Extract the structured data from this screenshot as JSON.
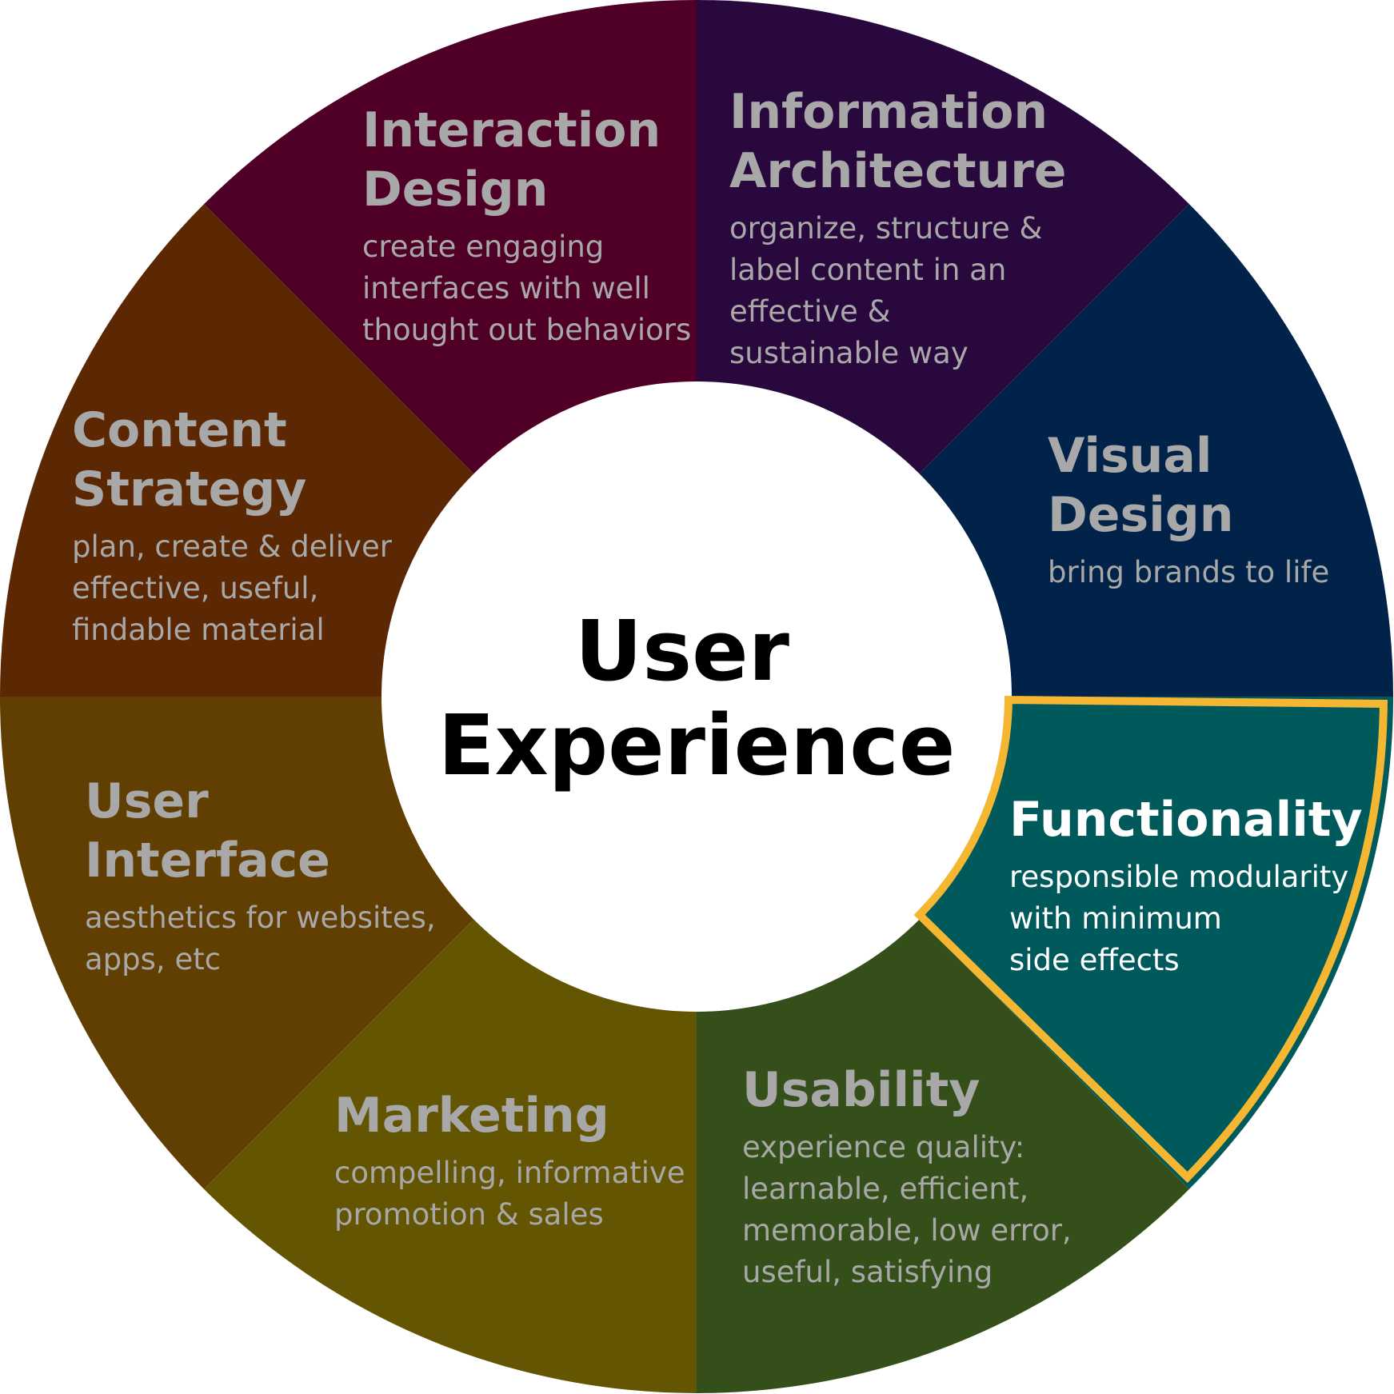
{
  "center": {
    "line1": "User",
    "line2": "Experience"
  },
  "highlight_color": "#f5b731",
  "segments": [
    {
      "title": [
        "Information",
        "Architecture"
      ],
      "desc": [
        "organize, structure &",
        "label content in an",
        "effective &",
        "sustainable way"
      ],
      "color": "#28083d",
      "icon": "none"
    },
    {
      "title": [
        "Visual",
        "Design"
      ],
      "desc": [
        "bring brands to life"
      ],
      "color": "#012249",
      "icon": "none"
    },
    {
      "title": [
        "Functionality"
      ],
      "desc": [
        "responsible modularity",
        "with minimum",
        "side effects"
      ],
      "color": "#005a5c",
      "highlighted": true
    },
    {
      "title": [
        "Usability"
      ],
      "desc": [
        "experience quality:",
        "learnable, efficient,",
        "memorable, low error,",
        "useful, satisfying"
      ],
      "color": "#344f19"
    },
    {
      "title": [
        "Marketing"
      ],
      "desc": [
        "compelling, informative",
        "promotion & sales"
      ],
      "color": "#635502"
    },
    {
      "title": [
        "User",
        "Interface"
      ],
      "desc": [
        "aesthetics for websites,",
        "apps, etc"
      ],
      "color": "#613e01"
    },
    {
      "title": [
        "Content",
        "Strategy"
      ],
      "desc": [
        "plan, create & deliver",
        "effective, useful,",
        "findable material"
      ],
      "color": "#5c2703"
    },
    {
      "title": [
        "Interaction",
        "Design"
      ],
      "desc": [
        "create engaging",
        "interfaces with well",
        "thought out behaviors"
      ],
      "color": "#500026"
    }
  ]
}
